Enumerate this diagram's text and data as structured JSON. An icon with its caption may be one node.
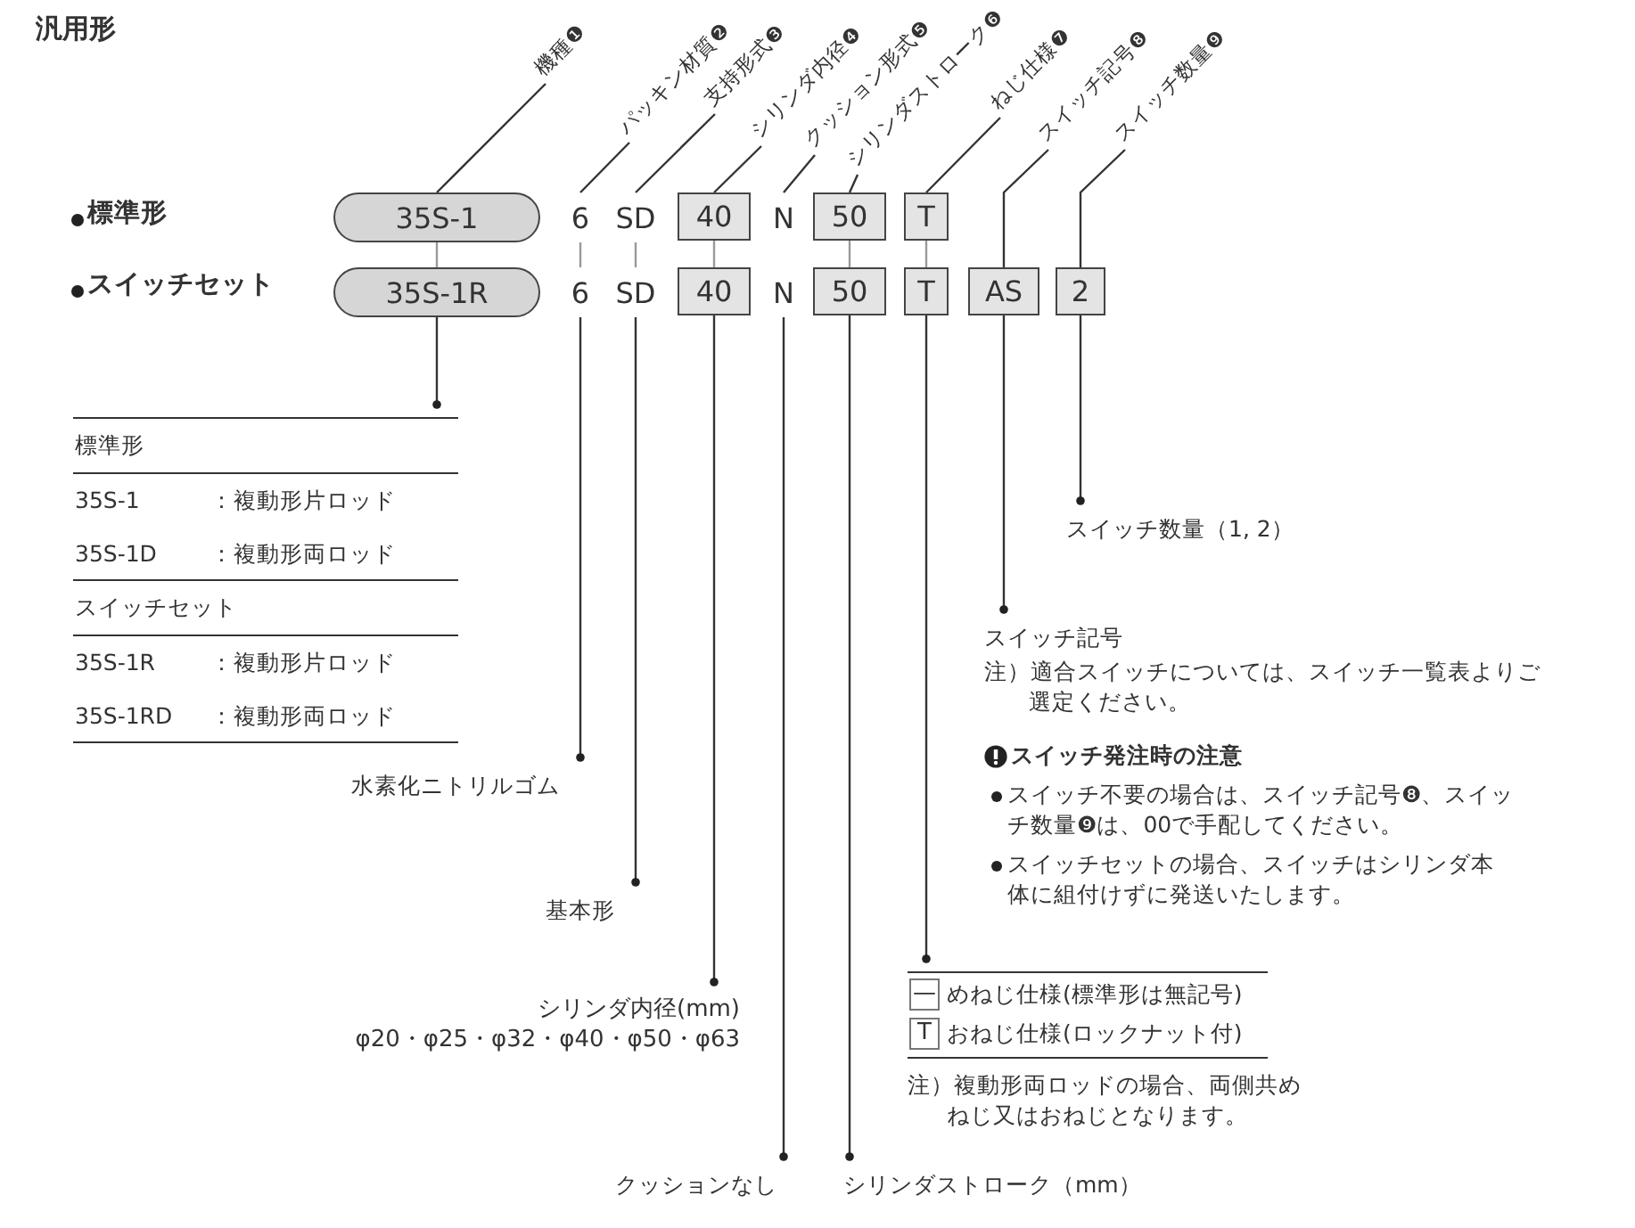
{
  "diagram": {
    "title": "汎用形",
    "nodes": [
      {
        "text": [
          "35S-1"
        ]
      },
      {
        "text": [
          "6"
        ]
      },
      {
        "text": [
          "SD"
        ]
      },
      {
        "text": [
          "40"
        ]
      },
      {
        "text": [
          "N"
        ]
      },
      {
        "text": [
          "50"
        ]
      },
      {
        "text": [
          "T"
        ]
      },
      {
        "text": [
          "35S-1R"
        ]
      },
      {
        "text": [
          "6"
        ]
      },
      {
        "text": [
          "SD"
        ]
      },
      {
        "text": [
          "40"
        ]
      },
      {
        "text": [
          "N"
        ]
      },
      {
        "text": [
          "50"
        ]
      },
      {
        "text": [
          "T"
        ]
      },
      {
        "text": [
          "AS"
        ]
      },
      {
        "text": [
          "2"
        ]
      },
      {
        "text": [
          "機種❶"
        ]
      },
      {
        "text": [
          "パッキン材質❷"
        ]
      },
      {
        "text": [
          "支持形式❸"
        ]
      },
      {
        "text": [
          "シリンダ内径❹"
        ]
      },
      {
        "text": [
          "クッション形式❺"
        ]
      },
      {
        "text": [
          "シリンダストローク❻"
        ]
      },
      {
        "text": [
          "ねじ仕様❼"
        ]
      },
      {
        "text": [
          "スイッチ記号❽"
        ]
      },
      {
        "text": [
          "スイッチ数量❾"
        ]
      },
      {
        "text": [
          "標準形",
          "35S-1",
          "：複動形片ロッド",
          "35S-1D",
          "：複動形両ロッド",
          "スイッチセット",
          "35S-1R",
          "：複動形片ロッド",
          "35S-1RD",
          "：複動形両ロッド"
        ]
      },
      {
        "text": [
          "水素化ニトリルゴム"
        ]
      },
      {
        "text": [
          "基本形"
        ]
      },
      {
        "text": [
          "シリンダ内径(mm)",
          "φ20・φ25・φ32・φ40・φ50・φ63"
        ]
      },
      {
        "text": [
          "クッションなし"
        ]
      },
      {
        "text": [
          "シリンダストローク（mm）"
        ]
      },
      {
        "text": [
          "—",
          "めねじ仕様(標準形は無記号)",
          "T",
          "おねじ仕様(ロックナット付)",
          "注）複動形両ロッドの場合、両側共めねじ又はおねじとなります。"
        ]
      },
      {
        "text": [
          "スイッチ記号",
          "注）適合スイッチについては、スイッチ一覧表よりご選定ください。"
        ]
      },
      {
        "text": [
          "スイッチ数量（1, 2）"
        ]
      }
    ],
    "edges": [
      {
        "from": 16,
        "to": 0,
        "arrow": "none"
      },
      {
        "from": 17,
        "to": 1,
        "arrow": "none"
      },
      {
        "from": 18,
        "to": 2,
        "arrow": "none"
      },
      {
        "from": 19,
        "to": 3,
        "arrow": "none"
      },
      {
        "from": 20,
        "to": 4,
        "arrow": "none"
      },
      {
        "from": 21,
        "to": 5,
        "arrow": "none"
      },
      {
        "from": 22,
        "to": 6,
        "arrow": "none"
      },
      {
        "from": 23,
        "to": 14,
        "arrow": "none"
      },
      {
        "from": 24,
        "to": 15,
        "arrow": "none"
      },
      {
        "from": 0,
        "to": 7,
        "arrow": "none",
        "color": "#999999"
      },
      {
        "from": 1,
        "to": 8,
        "arrow": "none",
        "color": "#999999"
      },
      {
        "from": 2,
        "to": 9,
        "arrow": "none",
        "color": "#999999"
      },
      {
        "from": 3,
        "to": 10,
        "arrow": "none",
        "color": "#999999"
      },
      {
        "from": 5,
        "to": 12,
        "arrow": "none",
        "color": "#999999"
      },
      {
        "from": 6,
        "to": 13,
        "arrow": "none",
        "color": "#999999"
      },
      {
        "from": 7,
        "to": 25,
        "arrow": "other"
      },
      {
        "from": 8,
        "to": 26,
        "arrow": "other"
      },
      {
        "from": 9,
        "to": 27,
        "arrow": "other"
      },
      {
        "from": 10,
        "to": 28,
        "arrow": "other"
      },
      {
        "from": 11,
        "to": 29,
        "arrow": "other"
      },
      {
        "from": 12,
        "to": 30,
        "arrow": "other"
      },
      {
        "from": 13,
        "to": 31,
        "arrow": "other"
      },
      {
        "from": 14,
        "to": 32,
        "arrow": "other"
      },
      {
        "from": 15,
        "to": 33,
        "arrow": "other"
      }
    ],
    "labels": [
      "標準形",
      "スイッチセット",
      "スイッチ発注時の注意",
      "スイッチ不要の場合は、スイッチ記号❽、スイッチ数量❾は、00で手配してください。",
      "スイッチセットの場合、スイッチはシリンダ本体に組付けずに発送いたします。"
    ]
  }
}
